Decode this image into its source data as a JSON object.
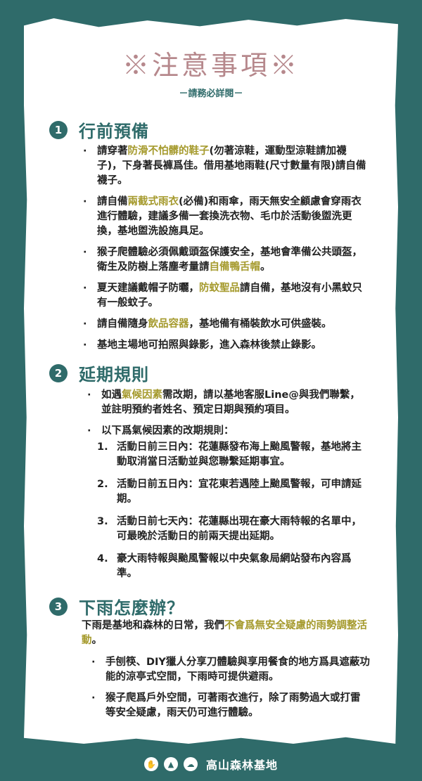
{
  "header": {
    "title": "※注意事項※",
    "subtitle": "－請務必詳閱－"
  },
  "sections": [
    {
      "number": "1",
      "title": "行前預備",
      "items": [
        {
          "parts": [
            {
              "t": "請穿著"
            },
            {
              "t": "防滑不怕髒的鞋子",
              "hl": true
            },
            {
              "t": "(勿著涼鞋，運動型涼鞋請加襪子)，下身著長褲爲佳。借用基地雨鞋(尺寸數量有限)請自備襪子。"
            }
          ]
        },
        {
          "parts": [
            {
              "t": "請自備"
            },
            {
              "t": "兩截式雨衣",
              "hl": true
            },
            {
              "t": "(必備)和雨傘，雨天無安全顧慮會穿雨衣進行體驗，建議多備一套換洗衣物、毛巾於活動後盥洗更換，基地盥洗設施具足。"
            }
          ]
        },
        {
          "parts": [
            {
              "t": "猴子爬體驗必須佩戴頭盔保護安全，基地會準備公共頭盔，衛生及防樹上落塵考量請"
            },
            {
              "t": "自備鴨舌帽",
              "hl": true
            },
            {
              "t": "。"
            }
          ]
        },
        {
          "parts": [
            {
              "t": "夏天建議戴帽子防曬，"
            },
            {
              "t": "防蚊聖品",
              "hl": true
            },
            {
              "t": "請自備，基地沒有小黑蚊只有一般蚊子。"
            }
          ]
        },
        {
          "parts": [
            {
              "t": "請自備隨身"
            },
            {
              "t": "飲品容器",
              "hl": true
            },
            {
              "t": "，基地備有桶裝飲水可供盛裝。"
            }
          ]
        },
        {
          "parts": [
            {
              "t": "基地主場地可拍照與錄影，進入森林後禁止錄影。"
            }
          ]
        }
      ]
    },
    {
      "number": "2",
      "title": "延期規則",
      "items": [
        {
          "parts": [
            {
              "t": "如遇"
            },
            {
              "t": "氣候因素",
              "hl": true
            },
            {
              "t": "需改期，請以基地客服Line@與我們聯繫，並註明預約者姓名、預定日期與預約項目。"
            }
          ]
        },
        {
          "parts": [
            {
              "t": "以下爲氣候因素的改期規則："
            }
          ]
        }
      ],
      "ordered": [
        {
          "n": "1.",
          "text": "活動日前三日內：花蓮縣發布海上颱風警報，基地將主動取消當日活動並與您聯繫延期事宜。"
        },
        {
          "n": "2.",
          "text": "活動日前五日內：宜花東若遇陸上颱風警報，可申請延期。"
        },
        {
          "n": "3.",
          "text": "活動日前七天內：花蓮縣出現在豪大雨特報的名單中，可最晚於活動日的前兩天提出延期。"
        },
        {
          "n": "4.",
          "text": "豪大雨特報與颱風警報以中央氣象局網站發布內容爲準。"
        }
      ]
    },
    {
      "number": "3",
      "title": "下雨怎麼辦？",
      "intro": [
        {
          "t": "下雨是基地和森林的日常，我們"
        },
        {
          "t": "不會爲無安全疑慮的雨勢調整活動",
          "hl": true
        },
        {
          "t": "。"
        }
      ],
      "items": [
        {
          "parts": [
            {
              "t": "手刨筷、DIY獵人分享刀體驗與享用餐食的地方爲具遮蔽功能的涼亭式空間，下雨時可提供避雨。"
            }
          ]
        },
        {
          "parts": [
            {
              "t": "猴子爬爲戶外空間，可著雨衣進行，除了雨勢過大或打雷等安全疑慮，雨天仍可進行體驗。"
            }
          ]
        }
      ]
    }
  ],
  "footer": {
    "brand": "高山森林基地"
  },
  "colors": {
    "teal": "#2f6b6a",
    "accent": "#a59a2d",
    "title_pink": "#b6888c"
  },
  "icons": [
    "hand-icon",
    "mountain-icon",
    "cloud-icon"
  ]
}
